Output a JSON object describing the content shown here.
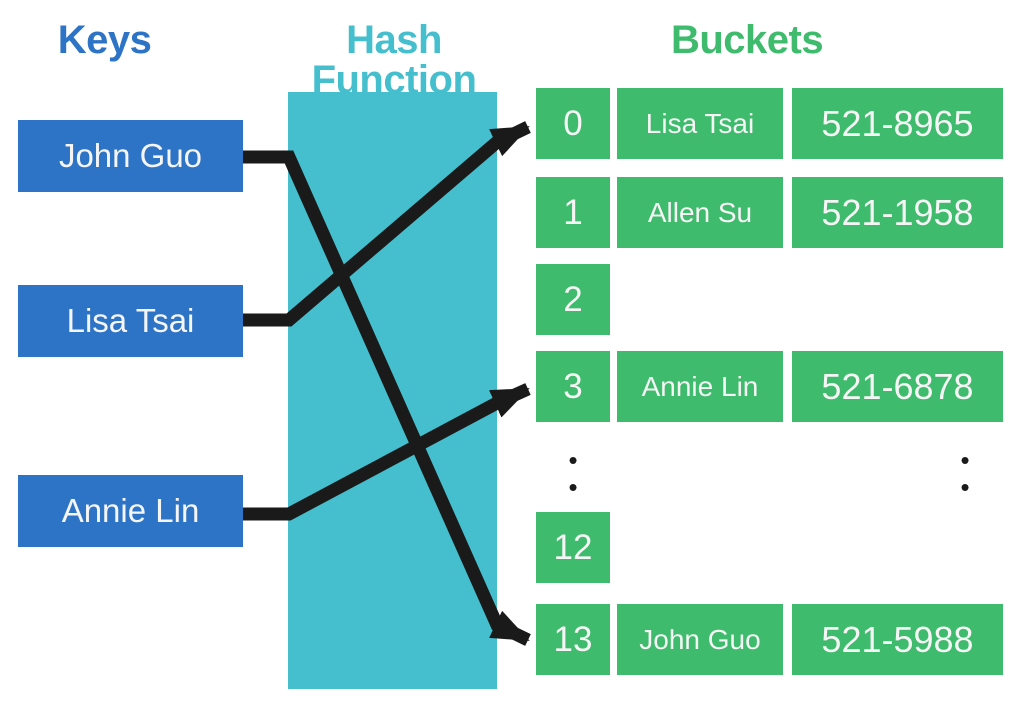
{
  "headers": {
    "keys": "Keys",
    "hash_function": "Hash Function",
    "buckets": "Buckets"
  },
  "keys": [
    {
      "label": "John Guo"
    },
    {
      "label": "Lisa Tsai"
    },
    {
      "label": "Annie Lin"
    }
  ],
  "buckets": [
    {
      "index": "0",
      "name": "Lisa Tsai",
      "phone": "521-8965"
    },
    {
      "index": "1",
      "name": "Allen Su",
      "phone": "521-1958"
    },
    {
      "index": "2",
      "name": "",
      "phone": ""
    },
    {
      "index": "3",
      "name": "Annie Lin",
      "phone": "521-6878"
    },
    {
      "index": "12",
      "name": "",
      "phone": ""
    },
    {
      "index": "13",
      "name": "John Guo",
      "phone": "521-5988"
    }
  ],
  "arrows": [
    {
      "from": "John Guo",
      "to_bucket": "13"
    },
    {
      "from": "Lisa Tsai",
      "to_bucket": "0"
    },
    {
      "from": "Annie Lin",
      "to_bucket": "3"
    }
  ],
  "ellipsis": "•\n•",
  "colors": {
    "keys_blue": "#2E74C6",
    "hash_cyan": "#45BFCE",
    "bucket_green": "#3EBB6C",
    "arrow_black": "#1A1A1A",
    "box_text": "#F5F5F5"
  }
}
